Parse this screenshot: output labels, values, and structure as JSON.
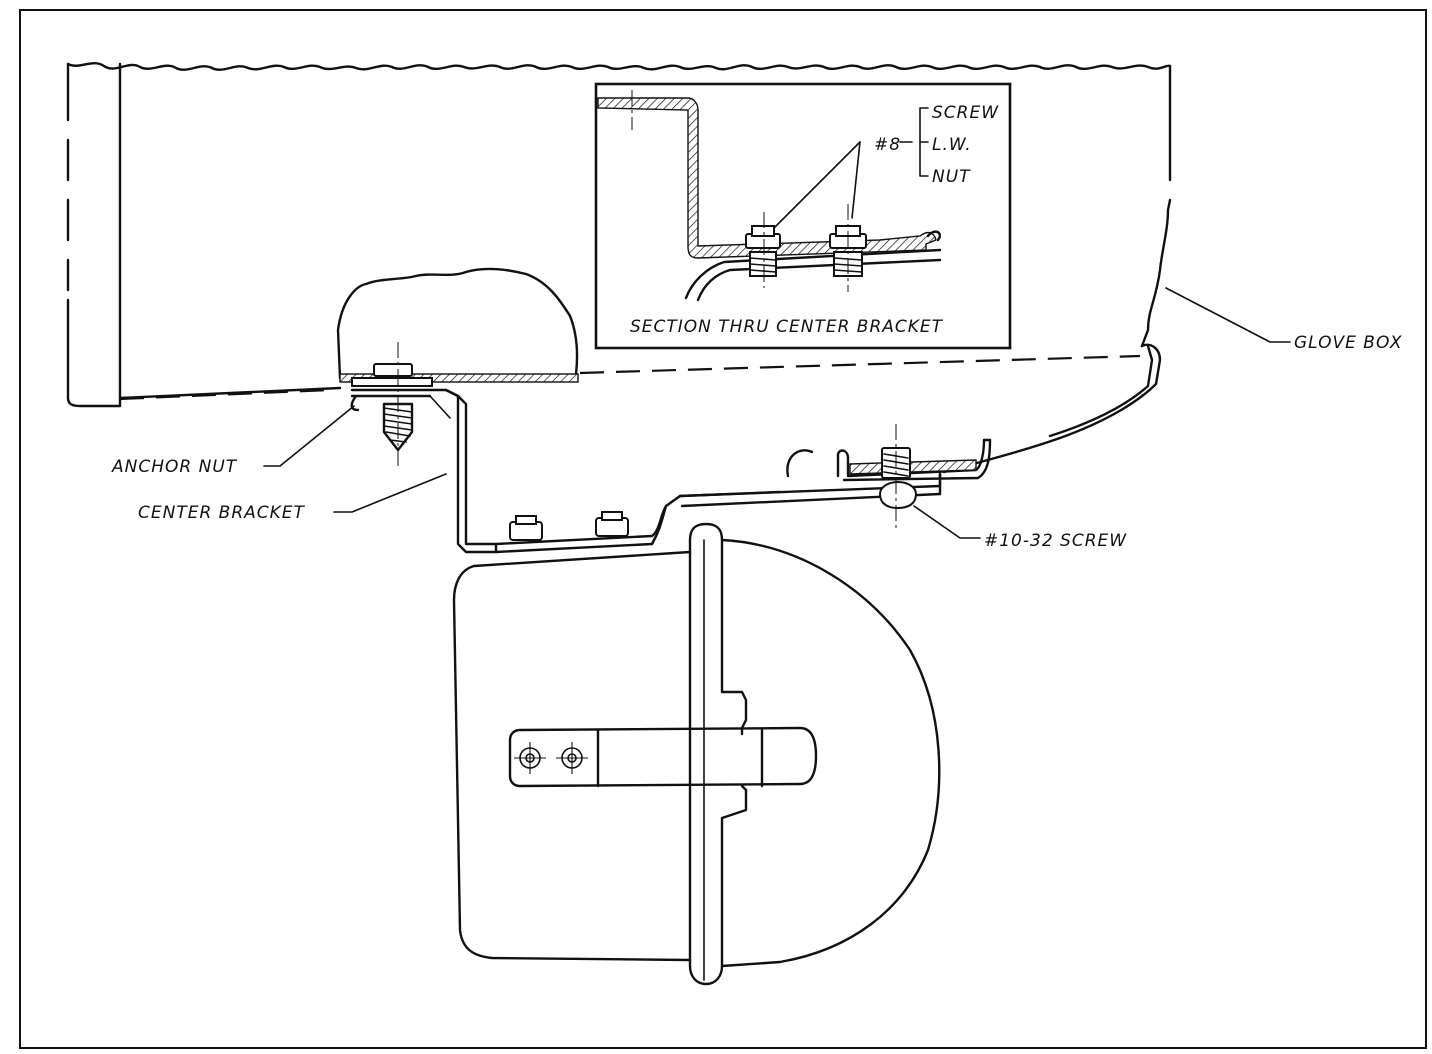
{
  "labels": {
    "glove_box": "GLOVE BOX",
    "anchor_nut": "ANCHOR NUT",
    "center_bracket": "CENTER BRACKET",
    "screw_10_32": "#10-32 SCREW",
    "section_title": "SECTION THRU CENTER BRACKET",
    "fastener_size": "#8",
    "fastener_screw": "SCREW",
    "fastener_lw": "L.W.",
    "fastener_nut": "NUT"
  }
}
